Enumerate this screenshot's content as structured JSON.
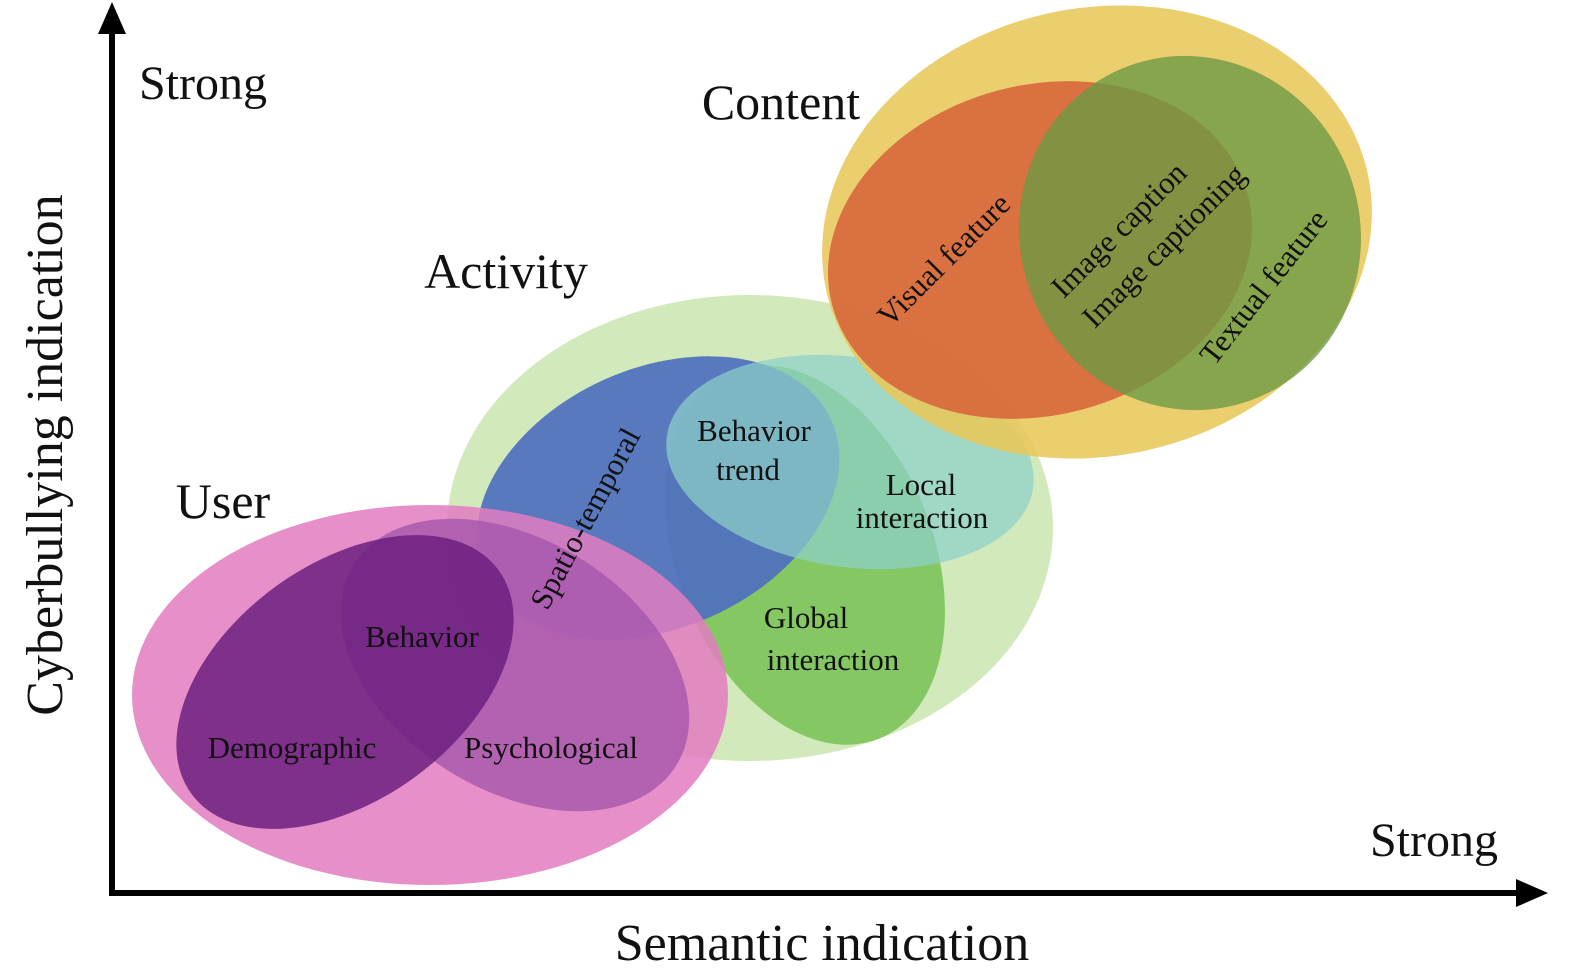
{
  "axes": {
    "y_label": "Cyberbullying indication",
    "x_label": "Semantic indication",
    "y_end_label": "Strong",
    "x_end_label": "Strong"
  },
  "groups": {
    "user": {
      "title": "User",
      "items": {
        "demographic": "Demographic",
        "behavior": "Behavior",
        "psychological": "Psychological"
      }
    },
    "activity": {
      "title": "Activity",
      "items": {
        "spatio_temporal": "Spatio-temporal",
        "behavior_trend": [
          "Behavior",
          "trend"
        ],
        "local_interaction": [
          "Local",
          "interaction"
        ],
        "global_interaction": [
          "Global",
          "interaction"
        ]
      }
    },
    "content": {
      "title": "Content",
      "items": {
        "visual_feature": "Visual feature",
        "image_caption": "Image caption",
        "image_captioning": "Image captioning",
        "textual_feature": "Textual feature"
      }
    }
  },
  "colors": {
    "user_outer": "#E27DC0",
    "user_demographic": "#6B1E7E",
    "user_psychological": "#A758AC",
    "activity_outer": "#CDE7B4",
    "activity_spatio": "#4E6FBE",
    "activity_local": "#8ED0C9",
    "activity_global": "#7CC45A",
    "content_outer": "#E8C75A",
    "content_visual": "#D7693C",
    "content_textual": "#6A9A42"
  }
}
